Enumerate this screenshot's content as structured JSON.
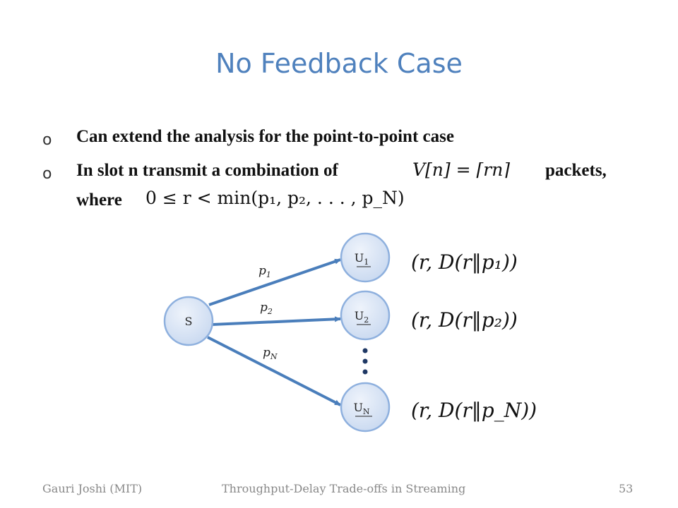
{
  "slide": {
    "title": "No Feedback Case",
    "bullets": [
      {
        "marker": "o",
        "text": "Can extend the analysis for the point-to-point case"
      },
      {
        "marker": "o",
        "text_before": "In slot n transmit a combination of",
        "math": "V[n] = ⌈rn⌉",
        "text_after": "packets,"
      },
      {
        "continuation": "where",
        "math": "0 ≤ r < min(p₁, p₂, . . . , p_N)"
      }
    ]
  },
  "diagram": {
    "source": {
      "label": "S"
    },
    "users": [
      {
        "label_main": "U",
        "label_sub": "1",
        "edge_main": "p",
        "edge_sub": "1",
        "rate": "(r, D(r‖p₁))"
      },
      {
        "label_main": "U",
        "label_sub": "2",
        "edge_main": "p",
        "edge_sub": "2",
        "rate": "(r, D(r‖p₂))"
      },
      {
        "label_main": "U",
        "label_sub": "N",
        "edge_main": "p",
        "edge_sub": "N",
        "rate": "(r, D(r‖p_N))"
      }
    ],
    "colors": {
      "node_fill": "#d6e2f3",
      "node_stroke": "#8eb0de",
      "edge": "#4a7ebb",
      "dots": "#1f3864"
    }
  },
  "footer": {
    "author": "Gauri Joshi (MIT)",
    "talk": "Throughput-Delay Trade-offs in Streaming",
    "page": "53"
  }
}
